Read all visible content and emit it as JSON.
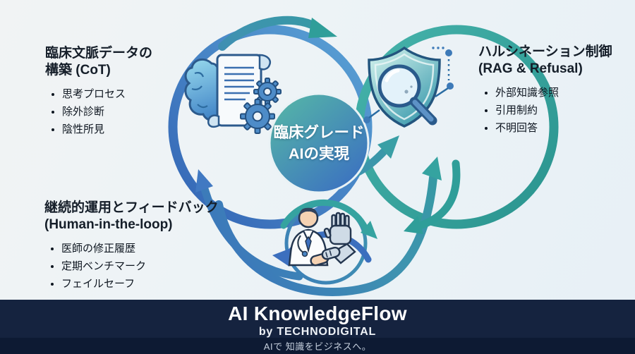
{
  "diagram": {
    "center_label": {
      "line1": "臨床グレード",
      "line2": "AIの実現"
    },
    "nodes": [
      {
        "id": "clinical-context-data",
        "title_line1": "臨床文脈データの",
        "title_line2": "構築 (CoT)",
        "bullets": [
          "思考プロセス",
          "除外診断",
          "陰性所見"
        ],
        "icon": "brain-document-gears-icon"
      },
      {
        "id": "hallucination-control",
        "title_line1": "ハルシネーション制御",
        "title_line2": "(RAG & Refusal)",
        "bullets": [
          "外部知識参照",
          "引用制約",
          "不明回答"
        ],
        "icon": "shield-magnifier-icon"
      },
      {
        "id": "continuous-operation-feedback",
        "title_line1": "継続的運用とフィードバック",
        "title_line2": "(Human-in-the-loop)",
        "bullets": [
          "医師の修正履歴",
          "定期ベンチマーク",
          "フェイルセーフ"
        ],
        "icon": "doctor-robot-handshake-icon"
      }
    ],
    "colors": {
      "ring_blue": "#3e73c0",
      "ring_teal": "#2f9e99",
      "center_gradient_start": "#54b3a8",
      "center_gradient_end": "#3a6dc2"
    }
  },
  "footer": {
    "product_name": "AI KnowledgeFlow",
    "byline": "by TECHNODIGITAL",
    "tagline": "AIで 知識をビジネスへ。",
    "background": "#15233f",
    "tagline_background": "#0d1a33"
  }
}
